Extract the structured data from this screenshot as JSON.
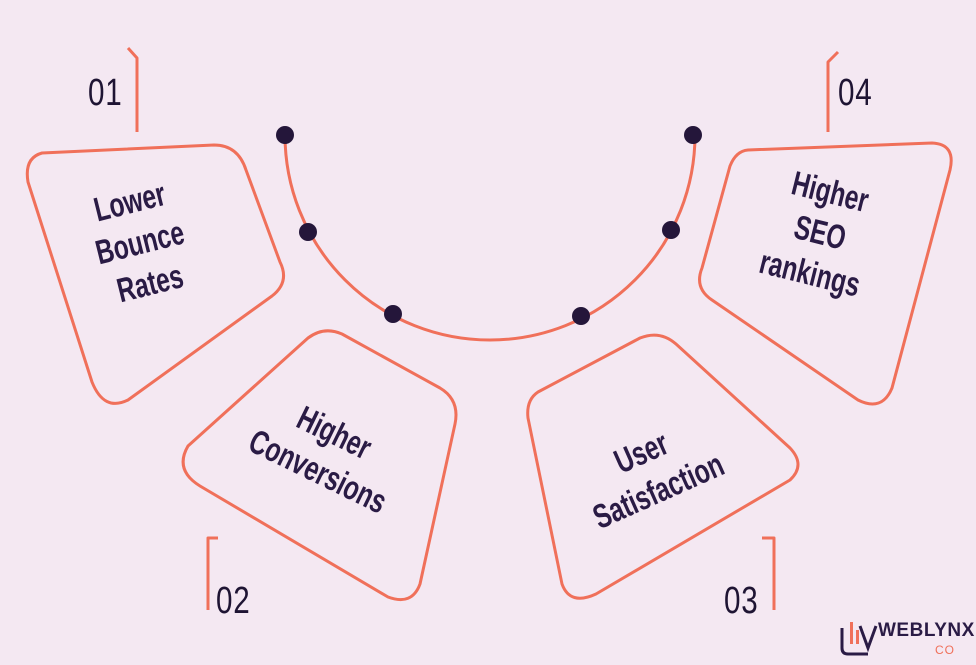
{
  "items": [
    {
      "number": "01",
      "lines": [
        "Lower",
        "Bounce",
        "Rates"
      ]
    },
    {
      "number": "02",
      "lines": [
        "Higher",
        "Conversions"
      ]
    },
    {
      "number": "03",
      "lines": [
        "User",
        "Satisfaction"
      ]
    },
    {
      "number": "04",
      "lines": [
        "Higher",
        "SEO",
        "rankings"
      ]
    }
  ],
  "logo": {
    "main": "WEBLYNX",
    "sub": "CO"
  },
  "colors": {
    "background": "#f4e8f2",
    "accent": "#f0705a",
    "dark": "#24163a"
  }
}
